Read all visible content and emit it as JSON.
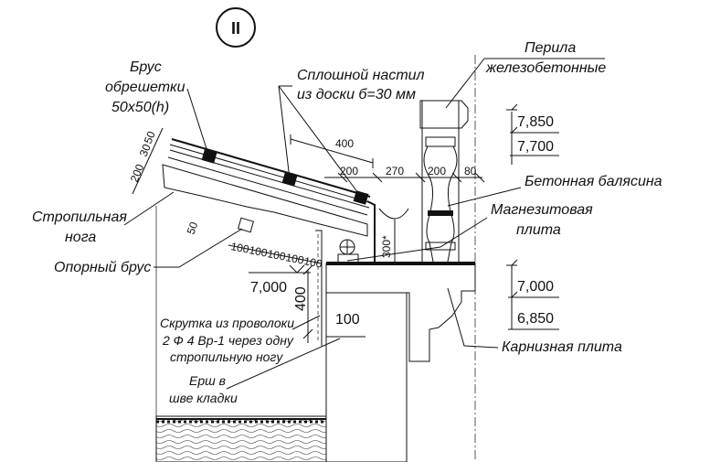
{
  "section_marker": "II",
  "labels": {
    "lathing_bar": [
      "Брус",
      "обрешетки",
      "50x50(h)"
    ],
    "solid_deck": [
      "Сплошной настил",
      "из доски  б=30 мм"
    ],
    "railing": [
      "Перила",
      "железобетонные"
    ],
    "concrete_baluster": "Бетонная балясина",
    "magnesite_plate": [
      "Магнезитовая",
      "плита"
    ],
    "rafter_leg": [
      "Стропильная",
      "нога"
    ],
    "support_bar": "Опорный брус",
    "wire_twist": [
      "Скрутка из проволоки",
      "2 Ф 4 Вр-1 через одну",
      "стропильную ногу"
    ],
    "ruff_in_joint": [
      "Ерш в",
      "шве кладки"
    ],
    "cornice_slab": "Карнизная плита"
  },
  "dimensions": {
    "top_dim": "400",
    "dim_200_a": "200",
    "dim_270": "270",
    "dim_200_b": "200",
    "dim_80": "80",
    "vertical_300": "300*",
    "vertical_400": "400",
    "dim_100_low": "100",
    "dim_50": "50",
    "rafter_stack": [
      "200",
      "30",
      "50"
    ],
    "spacing_row": [
      "100",
      "100",
      "100",
      "100",
      "100"
    ]
  },
  "elevations": {
    "top_upper": "7,850",
    "top_lower": "7,700",
    "mid_upper": "7,000",
    "mid_lower": "6,850",
    "left": "7,000"
  }
}
